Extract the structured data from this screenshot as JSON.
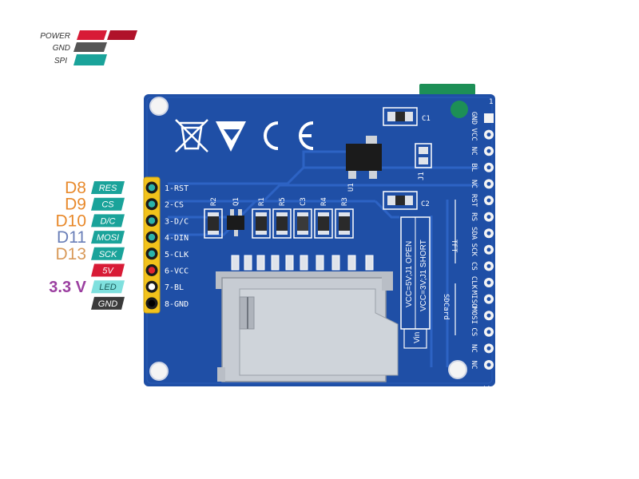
{
  "legend": [
    {
      "label": "POWER",
      "color": "#d81b36",
      "color2": "#b0122a"
    },
    {
      "label": "GND",
      "color": "#555555"
    },
    {
      "label": "SPI",
      "color": "#1aa39a"
    }
  ],
  "left_pins": [
    {
      "arduino": "D8",
      "arduino_color": "#e8892b",
      "tag": "RES",
      "tag_color": "#1aa39a",
      "pin": "1-RST"
    },
    {
      "arduino": "D9",
      "arduino_color": "#e8892b",
      "tag": "CS",
      "tag_color": "#1aa39a",
      "pin": "2-CS"
    },
    {
      "arduino": "D10",
      "arduino_color": "#e8892b",
      "tag": "D/C",
      "tag_color": "#1aa39a",
      "pin": "3-D/C"
    },
    {
      "arduino": "D11",
      "arduino_color": "#6a7fb8",
      "tag": "MOSI",
      "tag_color": "#1aa39a",
      "pin": "4-DIN"
    },
    {
      "arduino": "D13",
      "arduino_color": "#d99a5a",
      "tag": "SCK",
      "tag_color": "#1aa39a",
      "pin": "5-CLK"
    },
    {
      "arduino": "",
      "arduino_color": "#e8892b",
      "tag": "5V",
      "tag_color": "#d81b36",
      "pin": "6-VCC"
    },
    {
      "arduino": "3.3 V",
      "arduino_color": "#9b3fa0",
      "tag": "LED",
      "tag_color": "#7fe0de",
      "pin": "7-BL"
    },
    {
      "arduino": "",
      "arduino_color": "#e8892b",
      "tag": "GND",
      "tag_color": "#3a3a3a",
      "pin": "8-GND"
    }
  ],
  "right_pins": [
    "GND",
    "VCC",
    "NC",
    "BL",
    "NC",
    "RST",
    "RS",
    "SDA",
    "SCK",
    "CS",
    "CLK",
    "MISO",
    "MOSI",
    "CS",
    "NC",
    "NC"
  ],
  "right_pin_first": "1",
  "right_pin_last": "16",
  "group_tft": "TFT",
  "group_sdcard": "SDCard",
  "components": {
    "c1": "C1",
    "c2": "C2",
    "u1": "U1",
    "j1": "J1",
    "r2": "R2",
    "q1": "Q1",
    "r1": "R1",
    "r5": "R5",
    "c3": "C3",
    "r4": "R4",
    "r3": "R3"
  },
  "jumper_note": {
    "line1": "VCC=5V;J1 OPEN",
    "line2": "VCC=3V;J1 SHORT",
    "vin": "Vin"
  },
  "colors": {
    "pcb": "#1f4fa6",
    "pcb_dark": "#173f8a",
    "header": "#f2c21b",
    "silk": "#ffffff"
  }
}
